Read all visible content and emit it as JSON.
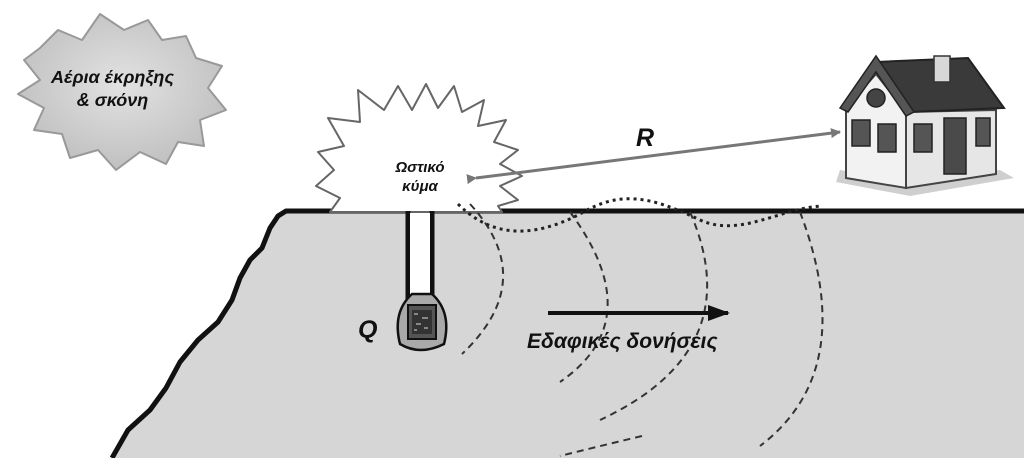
{
  "labels": {
    "cloud_line1": "Αέρια έκρηξης",
    "cloud_line2": "& σκόνη",
    "wave_line1": "Ωστικό",
    "wave_line2": "κύμα",
    "distance": "R",
    "charge": "Q",
    "vibrations": "Εδαφικές δονήσεις"
  },
  "colors": {
    "ground_fill": "#d6d6d6",
    "cloud_fill": "#cfcfcf",
    "outline": "#111111",
    "arrow_gray": "#777777"
  },
  "icons": [
    "cloud-shape",
    "blast-burst",
    "house-icon",
    "borehole",
    "explosive-charge"
  ]
}
